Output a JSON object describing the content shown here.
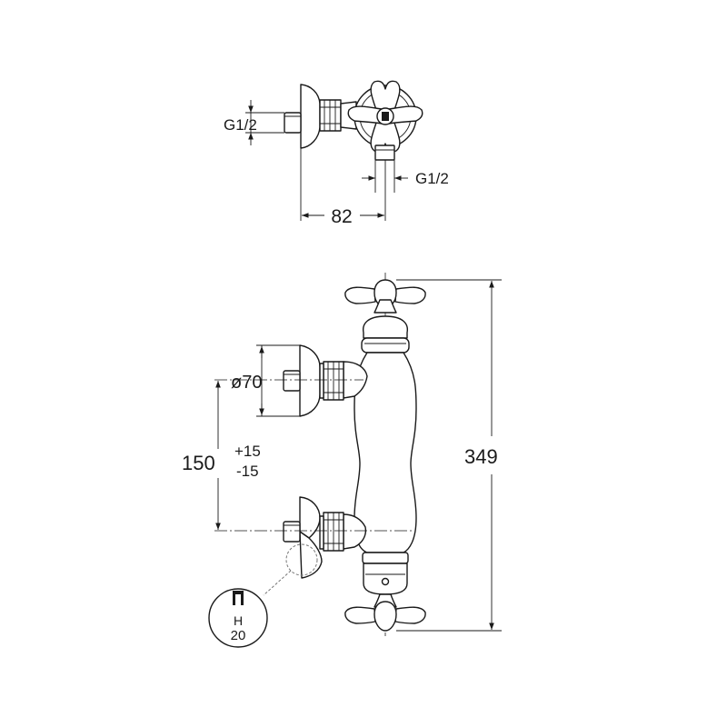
{
  "top_view": {
    "thread_left": "G1/2",
    "thread_bottom": "G1/2",
    "width_dim": "82"
  },
  "front_view": {
    "diameter": "ø70",
    "spacing": "150",
    "tol_plus": "+15",
    "tol_minus": "-15",
    "height": "349"
  },
  "detail": {
    "letter": "H",
    "value": "20"
  }
}
